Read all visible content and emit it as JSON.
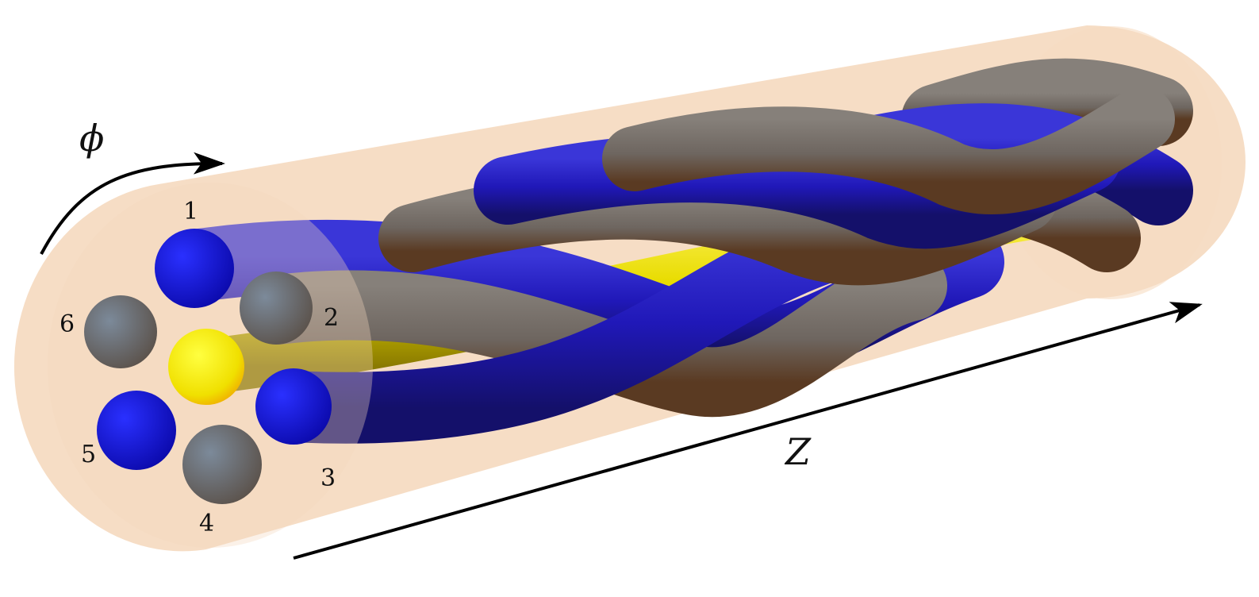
{
  "labels": {
    "phi": "ϕ",
    "z": "Z",
    "strands": [
      "1",
      "2",
      "3",
      "4",
      "5",
      "6"
    ]
  },
  "colors": {
    "blue_strand": "#1a10c8",
    "gray_strand": "#6f6a68",
    "brown_shade": "#5a3a22",
    "core_strand": "#f2e600",
    "sheath": "#f0c8a0",
    "arrow": "#000000"
  },
  "strand_colors": [
    "blue",
    "gray",
    "blue",
    "gray",
    "blue",
    "gray"
  ]
}
